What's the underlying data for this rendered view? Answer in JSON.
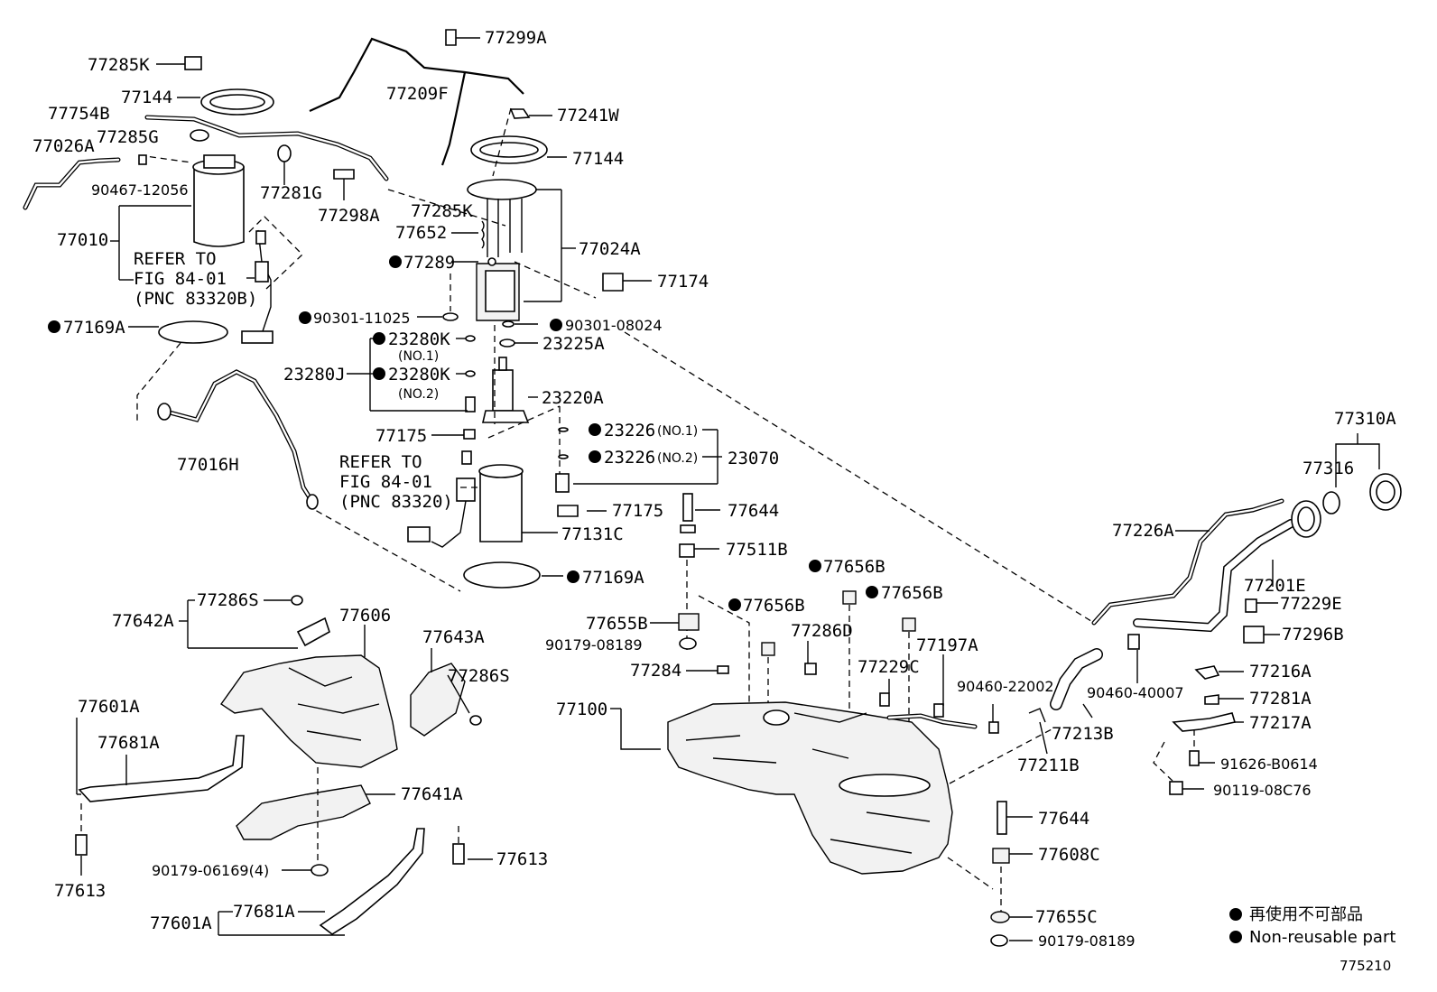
{
  "labels": {
    "p77285K_top": "77285K",
    "p77299A": "77299A",
    "p77144_left": "77144",
    "p77209F": "77209F",
    "p77754B": "77754B",
    "p77241W": "77241W",
    "p77026A": "77026A",
    "p77285G": "77285G",
    "p77144_right": "77144",
    "p90467": "90467-12056",
    "p77281G": "77281G",
    "p77298A": "77298A",
    "p77285K_mid": "77285K",
    "p77652": "77652",
    "p77024A": "77024A",
    "p77010": "77010",
    "ref1_line1": "REFER TO",
    "ref1_line2": "FIG 84-01",
    "ref1_line3": "(PNC 83320B)",
    "p77289": "77289",
    "p77174": "77174",
    "p90301_11025": "90301-11025",
    "p90301_08024": "90301-08024",
    "p77169A_top": "77169A",
    "p23280K_1": "23280K",
    "no1": "(NO.1)",
    "p23225A": "23225A",
    "p23280J": "23280J",
    "p23280K_2": "23280K",
    "no2": "(NO.2)",
    "p23220A": "23220A",
    "p77016H": "77016H",
    "p77175_top": "77175",
    "p23226_1": "23226",
    "p23226_1s": "(NO.1)",
    "p23226_2": "23226",
    "p23226_2s": "(NO.2)",
    "p23070": "23070",
    "ref2_line1": "REFER TO",
    "ref2_line2": "FIG 84-01",
    "ref2_line3": "(PNC 83320)",
    "p77175_mid": "77175",
    "p77644_top": "77644",
    "p77131C": "77131C",
    "p77310A": "77310A",
    "p77316": "77316",
    "p77226A": "77226A",
    "p77511B": "77511B",
    "p77169A_bot": "77169A",
    "p77656B_1": "77656B",
    "p77201E": "77201E",
    "p77642A": "77642A",
    "p77286S_top": "77286S",
    "p77606": "77606",
    "p77656B_2": "77656B",
    "p77656B_3": "77656B",
    "p77229E": "77229E",
    "p77655B": "77655B",
    "p77286D": "77286D",
    "p77296B": "77296B",
    "p90179_08189_top": "90179-08189",
    "p77643A": "77643A",
    "p77197A": "77197A",
    "p77284": "77284",
    "p77229C": "77229C",
    "p77286S_mid": "77286S",
    "p77216A": "77216A",
    "p77601A_top": "77601A",
    "p90460_22002": "90460-22002",
    "p90460_40007": "90460-40007",
    "p77100": "77100",
    "p77281A": "77281A",
    "p77681A_top": "77681A",
    "p77213B": "77213B",
    "p77217A": "77217A",
    "p77211B": "77211B",
    "p91626": "91626-B0614",
    "p77641A": "77641A",
    "p90119": "90119-08C76",
    "p77644_bot": "77644",
    "p77613_left": "77613",
    "p77608C": "77608C",
    "p77613_right": "77613",
    "p90179_06169": "90179-06169(4)",
    "p77681A_bot": "77681A",
    "p77655C": "77655C",
    "p77601A_bot": "77601A",
    "p90179_08189_bot": "90179-08189"
  },
  "legend": {
    "japanese": "再使用不可部品",
    "english": "Non-reusable part"
  },
  "figure_number": "775210"
}
